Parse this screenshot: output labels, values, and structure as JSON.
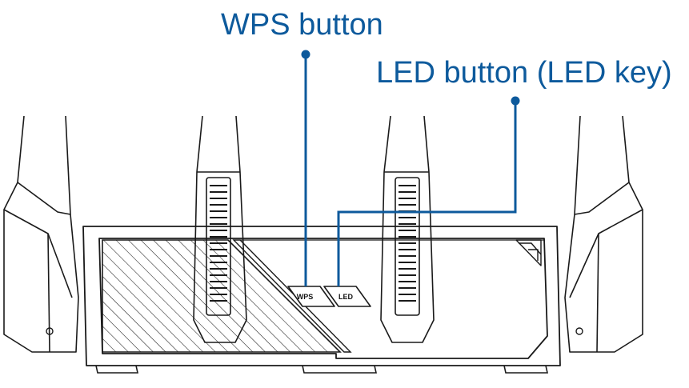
{
  "callouts": {
    "wps_label": "WPS button",
    "led_label": "LED button (LED key)"
  },
  "buttons": {
    "wps_text": "WPS",
    "led_text": "LED"
  },
  "colors": {
    "callout": "#0d5a9c",
    "outline": "#1a1a1a",
    "background": "#ffffff"
  }
}
